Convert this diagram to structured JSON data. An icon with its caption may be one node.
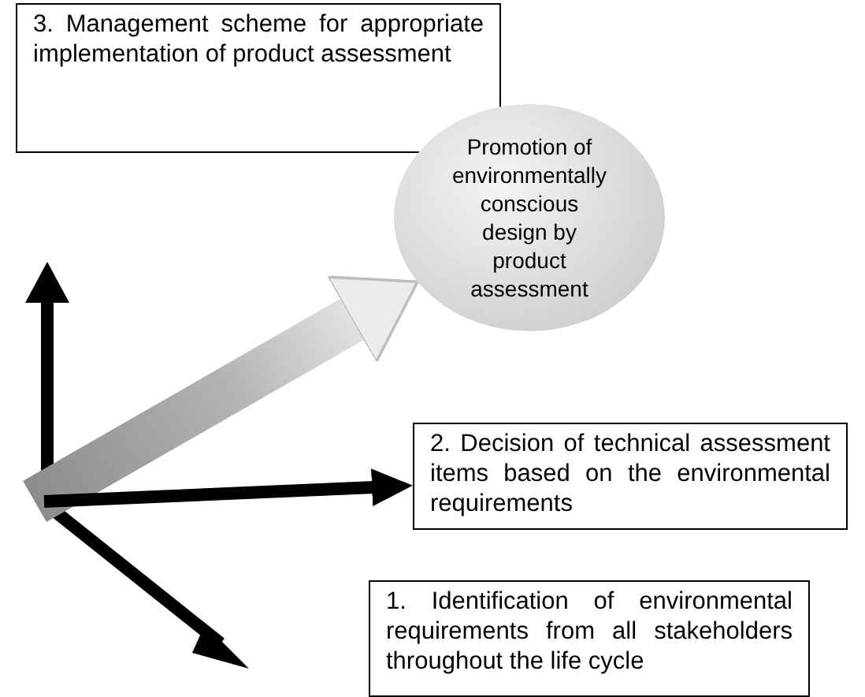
{
  "diagram": {
    "nodes": [
      {
        "text": [
          "3. Management scheme for appropriate implementation of product assessment"
        ]
      },
      {
        "text": [
          "Promotion of environmentally conscious design by product assessment"
        ]
      },
      {
        "text": [
          "2. Decision of technical assessment items based on the environmental requirements"
        ]
      },
      {
        "text": [
          "1. Identification of environmental requirements from all stakeholders throughout the life cycle"
        ]
      }
    ],
    "edges": [
      {
        "from": null,
        "to": 1,
        "arrow": "to",
        "style": "thick",
        "color": "#b4b4b4"
      },
      {
        "from": null,
        "to": 2,
        "arrow": "to",
        "style": "thick"
      }
    ]
  }
}
